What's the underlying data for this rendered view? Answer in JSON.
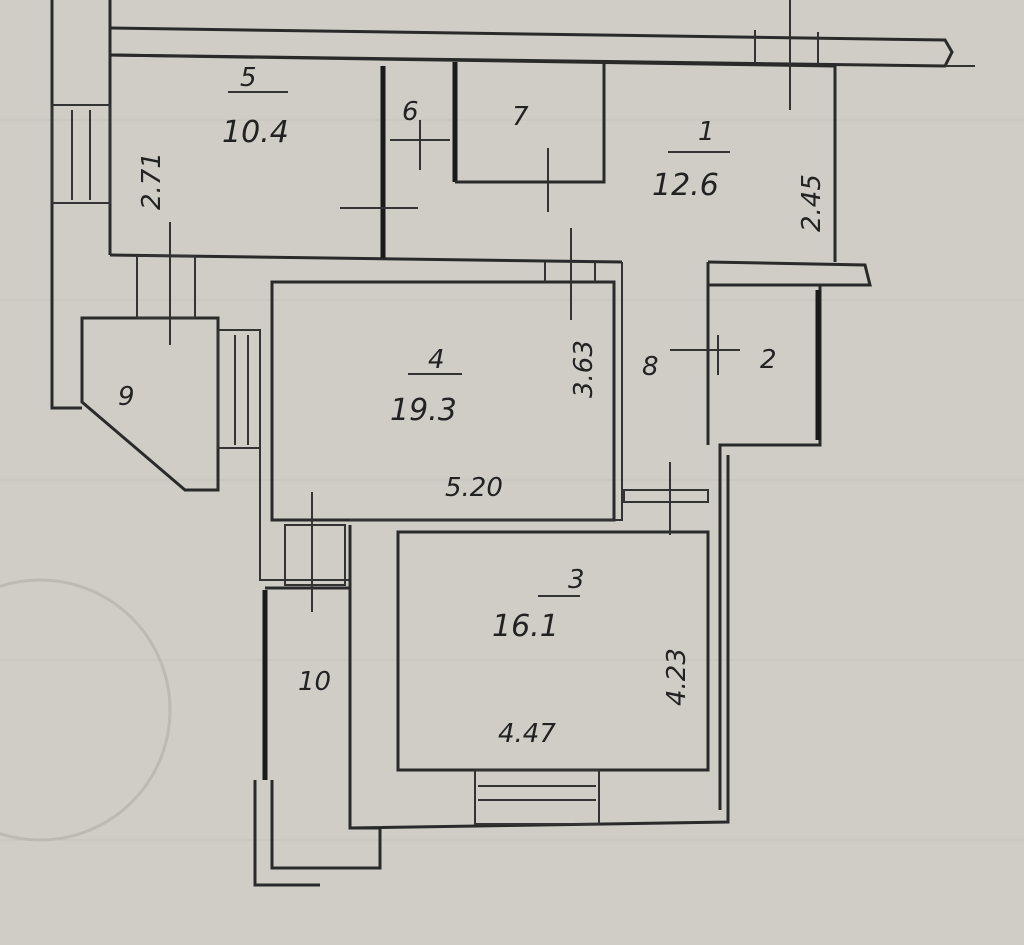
{
  "rooms": [
    {
      "number": "1",
      "area": "12.6"
    },
    {
      "number": "2"
    },
    {
      "number": "3",
      "area": "16.1"
    },
    {
      "number": "4",
      "area": "19.3"
    },
    {
      "number": "5",
      "area": "10.4"
    },
    {
      "number": "6"
    },
    {
      "number": "7"
    },
    {
      "number": "8"
    },
    {
      "number": "9"
    },
    {
      "number": "10"
    }
  ],
  "dimensions": {
    "room5_side": "2.71",
    "room1_side": "2.45",
    "room4_side": "3.63",
    "room4_width": "5.20",
    "room3_side": "4.23",
    "room3_width": "4.47"
  }
}
